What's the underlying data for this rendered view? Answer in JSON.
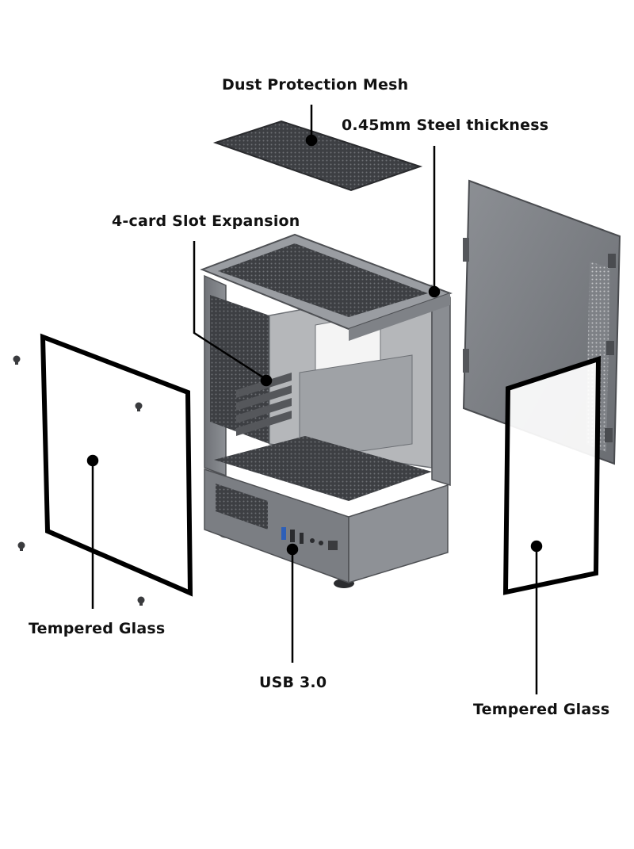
{
  "labels": {
    "dust_mesh": "Dust Protection Mesh",
    "steel": "0.45mm Steel thickness",
    "slots": "4-card Slot Expansion",
    "glass_left": "Tempered Glass",
    "usb": "USB 3.0",
    "glass_right": "Tempered Glass"
  },
  "colors": {
    "case_body": "#8f9297",
    "case_dark": "#5f6267",
    "mesh": "#3c3e42",
    "glass_frame": "#000000",
    "callout": "#000000"
  },
  "icons": {
    "screw": "screw-icon",
    "usb_port": "usb-port-icon"
  }
}
